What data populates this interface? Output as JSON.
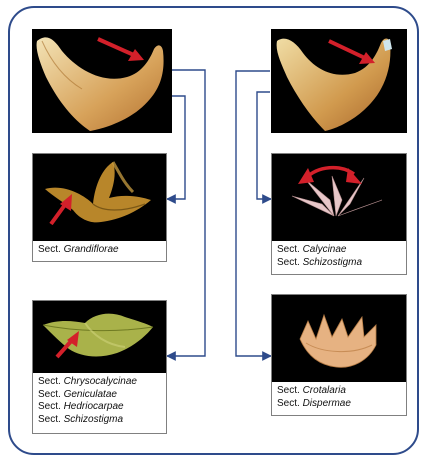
{
  "colors": {
    "frame": "#2e4b8b",
    "connector": "#2e4b8b",
    "pointer": "#d3202a",
    "photo_bg": "#000000"
  },
  "left_column": {
    "top_specimen": {
      "pointer": "red-arrow"
    },
    "cards": [
      {
        "lines": [
          {
            "prefix": "Sect. ",
            "name": "Grandiflorae"
          }
        ],
        "pointer": "red-arrow"
      },
      {
        "lines": [
          {
            "prefix": "Sect. ",
            "name": "Chrysocalycinae"
          },
          {
            "prefix": "Sect. ",
            "name": "Geniculatae"
          },
          {
            "prefix": "Sect. ",
            "name": "Hedriocarpae"
          },
          {
            "prefix": "Sect. ",
            "name": "Schizostigma"
          }
        ],
        "pointer": "red-arrow"
      }
    ]
  },
  "right_column": {
    "top_specimen": {
      "pointer": "red-arrow"
    },
    "cards": [
      {
        "lines": [
          {
            "prefix": "Sect. ",
            "name": "Calycinae"
          },
          {
            "prefix": "Sect. ",
            "name": "Schizostigma"
          }
        ],
        "pointer": "double-headed-red-arrow"
      },
      {
        "lines": [
          {
            "prefix": "Sect. ",
            "name": "Crotalaria"
          },
          {
            "prefix": "Sect. ",
            "name": "Dispermae"
          }
        ],
        "pointer": "none"
      }
    ]
  }
}
